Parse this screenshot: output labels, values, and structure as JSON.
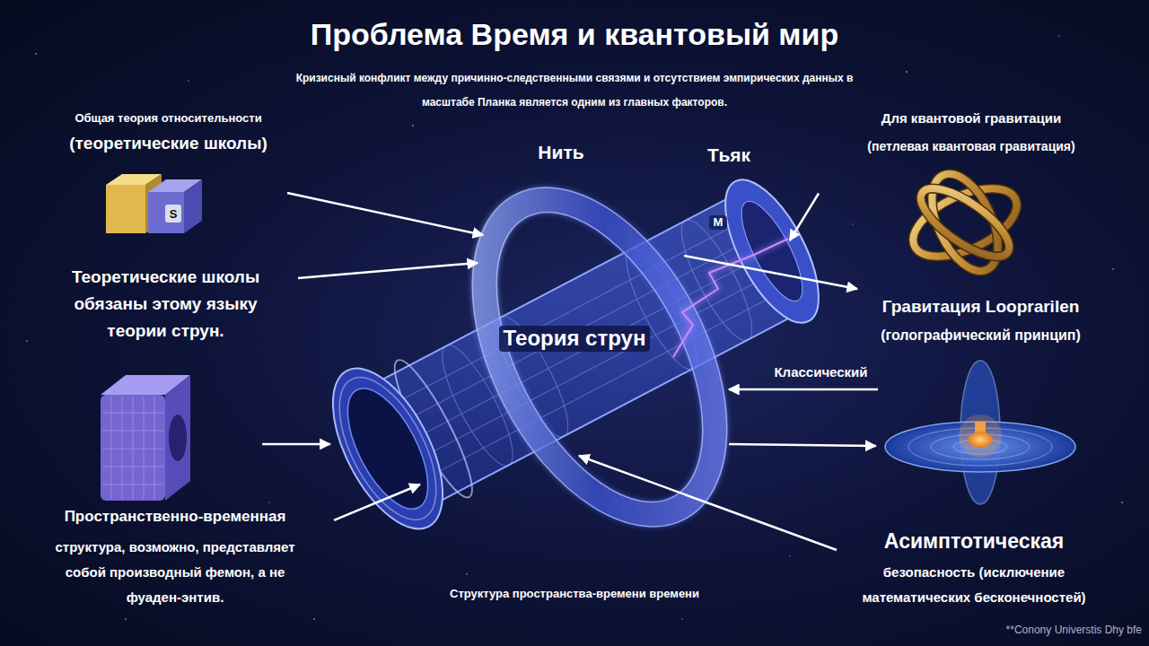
{
  "diagram": {
    "title": "Проблема Время и квантовый мир",
    "caption": "Структура пространства-времени времени",
    "nodes": [
      {
        "text": [
          "Общая теория относительности",
          "(теоретические школы)"
        ]
      },
      {
        "text": [
          "Пространственно-временная",
          "структура, возможно, представляет собой производный фемон, а не фуаден-энтив."
        ]
      },
      {
        "text": [
          "Теория струн"
        ]
      },
      {
        "text": [
          "Для квантовой гравитации",
          "(петлевая квантовая гравитация)"
        ]
      },
      {
        "text": [
          "Гравитация Looprarilen",
          "(голографический принцип)"
        ]
      }
    ],
    "edges": [
      {
        "from": 0,
        "to": 2,
        "arrow": "to"
      },
      {
        "from": 1,
        "to": 2,
        "arrow": "to"
      },
      {
        "from": 1,
        "to": 2,
        "arrow": "to"
      },
      {
        "from": 3,
        "to": 2,
        "arrow": "to"
      },
      {
        "from": 2,
        "to": 4,
        "arrow": "to"
      },
      {
        "from": 2,
        "to": 4,
        "arrow": "to"
      }
    ],
    "labels": [
      "Кризисный конфликт между причинно-следственными связями и отсутствием эмпирических данных в масштабе Планка является одним из главных факторов.",
      "Нить",
      "Тьяк",
      "M",
      "S",
      "Теоретические школы обязаны этому языку теории струн.",
      "Классический",
      "Асимптотическая",
      "безопасность (исключение математических бесконечностей)",
      "**Conony Universtis Dhy bfe"
    ]
  }
}
